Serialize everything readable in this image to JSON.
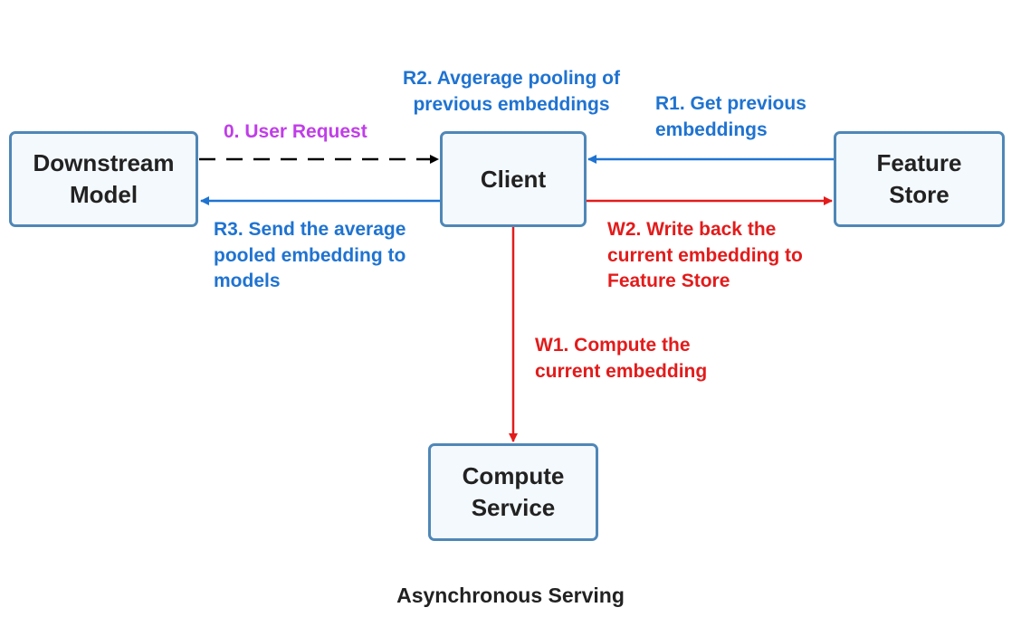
{
  "nodes": {
    "downstream_model": "Downstream\nModel",
    "client": "Client",
    "feature_store": "Feature\nStore",
    "compute_service": "Compute\nService"
  },
  "edges": {
    "user_request": {
      "label": "0. User Request",
      "color": "#c03ee8",
      "style": "dashed"
    },
    "r1": {
      "label": "R1. Get previous\nembeddings",
      "color": "#1f73d1"
    },
    "r2": {
      "label": "R2. Avgerage pooling of\nprevious embeddings",
      "color": "#1f73d1"
    },
    "r3": {
      "label": "R3. Send the average\npooled embedding to\nmodels",
      "color": "#1f73d1"
    },
    "w1": {
      "label": "W1. Compute the\ncurrent embedding",
      "color": "#e31b1b"
    },
    "w2": {
      "label": "W2. Write back the\ncurrent embedding to\nFeature Store",
      "color": "#e31b1b"
    }
  },
  "caption": "Asynchronous Serving"
}
